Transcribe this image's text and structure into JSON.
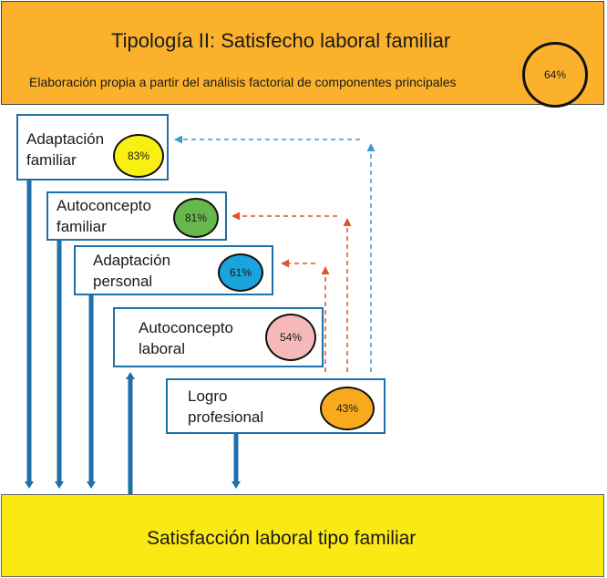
{
  "header": {
    "title": "Tipología II: Satisfecho laboral familiar",
    "subtitle": "Elaboración propia a partir del análisis factorial de componentes principales",
    "percent": "64%",
    "color": "#fbb12b"
  },
  "boxes": {
    "adaptacion_familiar": {
      "label": "Adaptación\nfamiliar",
      "percent": "83%",
      "circle_color": "#f8ef13"
    },
    "autoconcepto_familiar": {
      "label": "Autoconcepto\nfamiliar",
      "percent": "81%",
      "circle_color": "#67b84c"
    },
    "adaptacion_personal": {
      "label": "Adaptación\npersonal",
      "percent": "61%",
      "circle_color": "#1aa3dc"
    },
    "autoconcepto_laboral": {
      "label": "Autoconcepto\nlaboral",
      "percent": "54%",
      "circle_color": "#f6b9b9"
    },
    "logro_profesional": {
      "label": "Logro\nprofesional",
      "percent": "43%",
      "circle_color": "#f8a91e"
    }
  },
  "footer": {
    "label": "Satisfacción laboral tipo familiar",
    "color": "#fbe913"
  },
  "colors": {
    "box_border": "#1f6fa8",
    "solid_arrow": "#1f6fa8",
    "dashed_blue": "#3b9bd0",
    "dashed_orange": "#e0542a"
  }
}
